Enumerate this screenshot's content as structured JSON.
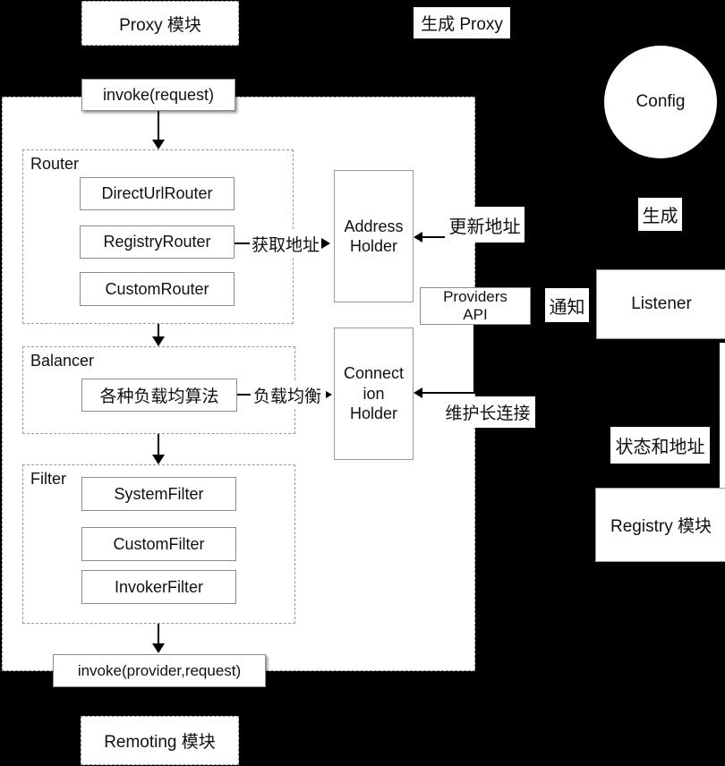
{
  "colors": {
    "background": "#000000",
    "surface": "#ffffff",
    "border_gray": "#8c8c8c",
    "text": "#111111"
  },
  "top": {
    "proxy_module": "Proxy 模块",
    "gen_proxy": "生成 Proxy",
    "config": "Config",
    "invoke_request": "invoke(request)"
  },
  "main": {
    "router": {
      "label": "Router",
      "items": [
        "DirectUrlRouter",
        "RegistryRouter",
        "CustomRouter"
      ]
    },
    "balancer": {
      "label": "Balancer",
      "algorithm": "各种负载均算法"
    },
    "filter": {
      "label": "Filter",
      "items": [
        "SystemFilter",
        "CustomFilter",
        "InvokerFilter"
      ]
    },
    "invoke_provider": "invoke(provider,request)"
  },
  "holders": {
    "address": {
      "line1": "Address",
      "line2": "Holder"
    },
    "connection": {
      "line1": "Connect",
      "line2": "ion",
      "line3": "Holder"
    },
    "providers_api": {
      "line1": "Providers",
      "line2": "API"
    }
  },
  "edge_labels": {
    "get_address": "获取地址",
    "update_address": "更新地址",
    "load_balance": "负载均衡",
    "keep_connection": "维护长连接",
    "notify": "通知",
    "generate": "生成",
    "status_address": "状态和地址"
  },
  "right": {
    "listener": "Listener",
    "registry": "Registry 模块"
  },
  "bottom": {
    "remoting": "Remoting 模块"
  }
}
